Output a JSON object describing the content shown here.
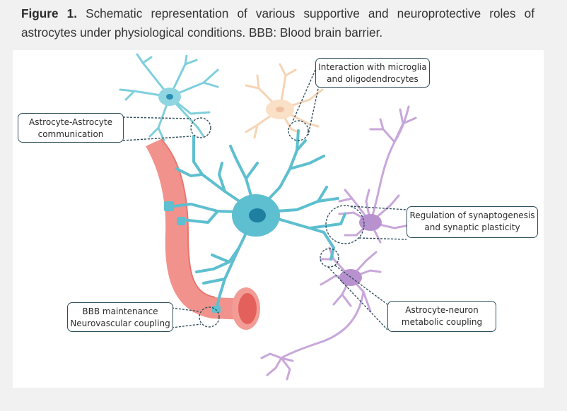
{
  "caption": {
    "label": "Figure 1.",
    "text": "Schematic representation of various supportive and neuroprotective roles of astrocytes under physiological conditions. BBB: Blood brain barrier."
  },
  "callouts": {
    "astro_astro": {
      "line1": "Astrocyte-Astrocyte",
      "line2": "communication"
    },
    "microglia": {
      "line1": "Interaction with microglia",
      "line2": "and oligodendrocytes"
    },
    "synapto": {
      "line1": "Regulation of synaptogenesis",
      "line2": "and synaptic plasticity"
    },
    "metabolic": {
      "line1": "Astrocyte-neuron",
      "line2": "metabolic coupling"
    },
    "bbb": {
      "line1": "BBB maintenance",
      "line2": "Neurovascular coupling"
    }
  },
  "colors": {
    "astrocyte": "#5dbfcf",
    "astrocyte_nucleus": "#1e7fa0",
    "vessel": "#f08a86",
    "neuron": "#c7a6d9",
    "microglia": "#f8dcc0",
    "connector": "#2f4f5c"
  }
}
